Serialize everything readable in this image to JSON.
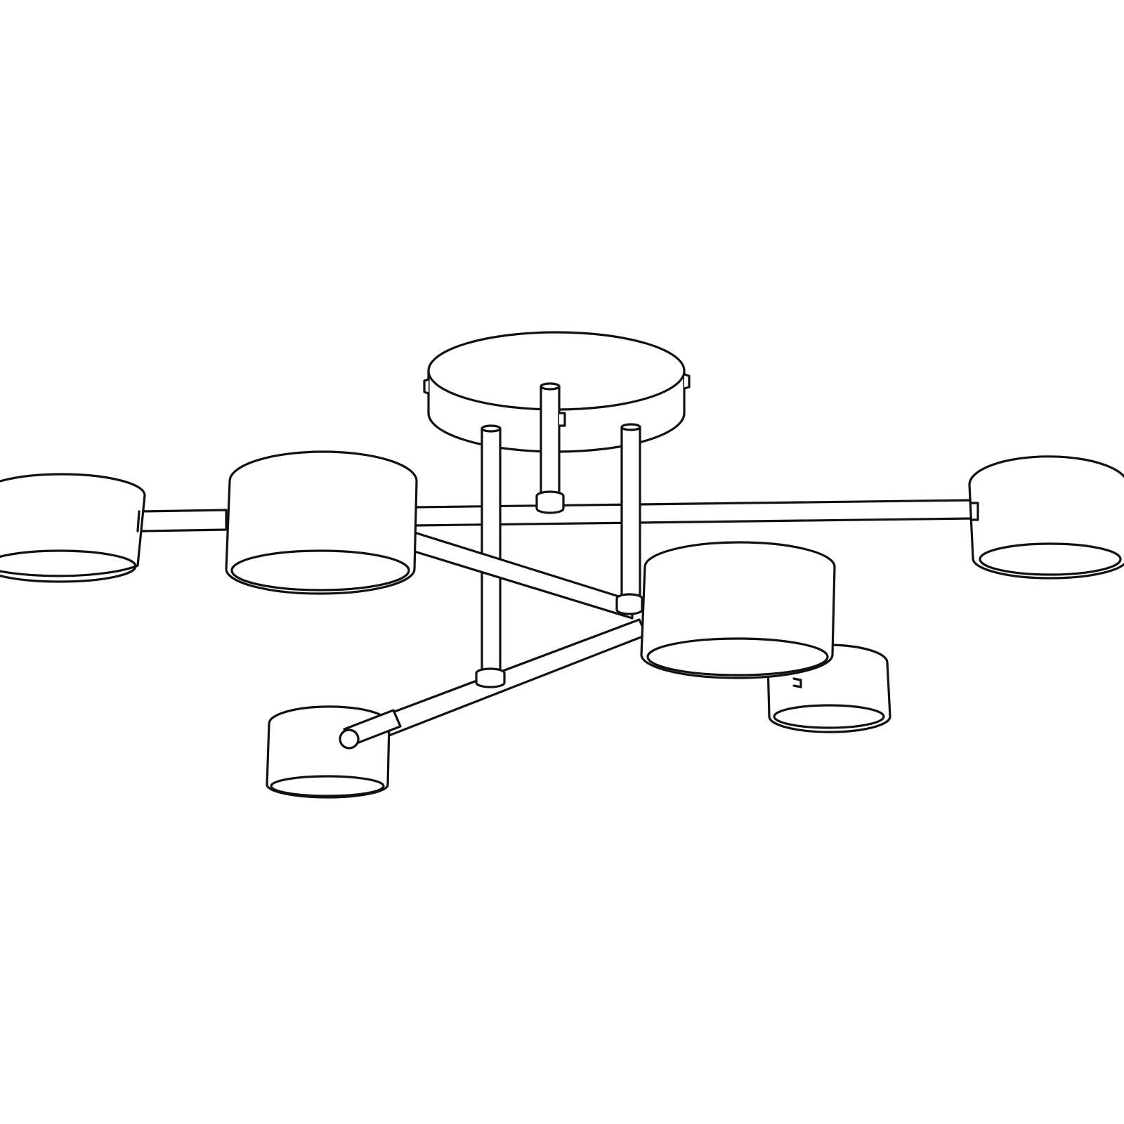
{
  "drawing": {
    "subject": "ceiling-light-fixture",
    "line_color": "#111111",
    "background_color": "#ffffff",
    "lamp_shades": 6,
    "support_rods": 3,
    "arms": 3
  }
}
